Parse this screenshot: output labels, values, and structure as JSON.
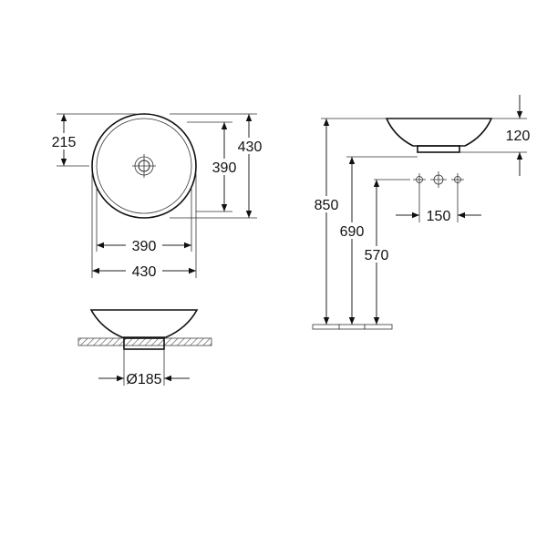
{
  "dimensions": {
    "top_half_radius": "215",
    "top_outer_height": "430",
    "top_inner_height": "390",
    "top_inner_width": "390",
    "top_outer_width": "430",
    "base_diameter": "Ø185",
    "side_bowl_height": "120",
    "height_total": "850",
    "height_outlet": "690",
    "height_supply": "570",
    "supply_spacing": "150"
  },
  "colors": {
    "ink": "#111111",
    "floor_hatch": "#666666"
  },
  "icons": [
    "drain-icon",
    "supply-connection-icon"
  ]
}
